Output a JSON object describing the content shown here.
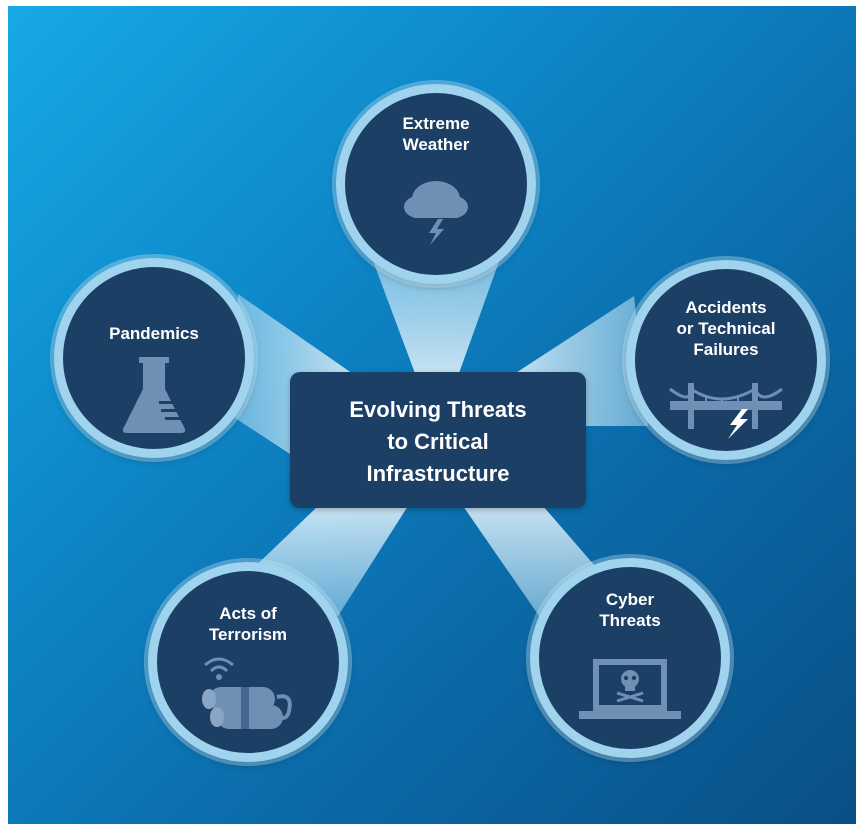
{
  "center": {
    "title": "Evolving Threats\nto Critical\nInfrastructure"
  },
  "nodes": {
    "extreme_weather": {
      "label": "Extreme\nWeather",
      "icon": "storm-cloud-icon"
    },
    "accidents": {
      "label": "Accidents\nor Technical\nFailures",
      "icon": "bridge-lightning-icon"
    },
    "cyber": {
      "label": "Cyber\nThreats",
      "icon": "laptop-skull-icon"
    },
    "terrorism": {
      "label": "Acts of\nTerrorism",
      "icon": "explosive-device-icon"
    },
    "pandemics": {
      "label": "Pandemics",
      "icon": "flask-icon"
    }
  },
  "colors": {
    "background_light": "#16a9e6",
    "background_dark": "#0a4f86",
    "panel": "#1c3f66",
    "ring": "#9fd3ee",
    "icon": "#6f8fb4",
    "text": "#ffffff"
  }
}
